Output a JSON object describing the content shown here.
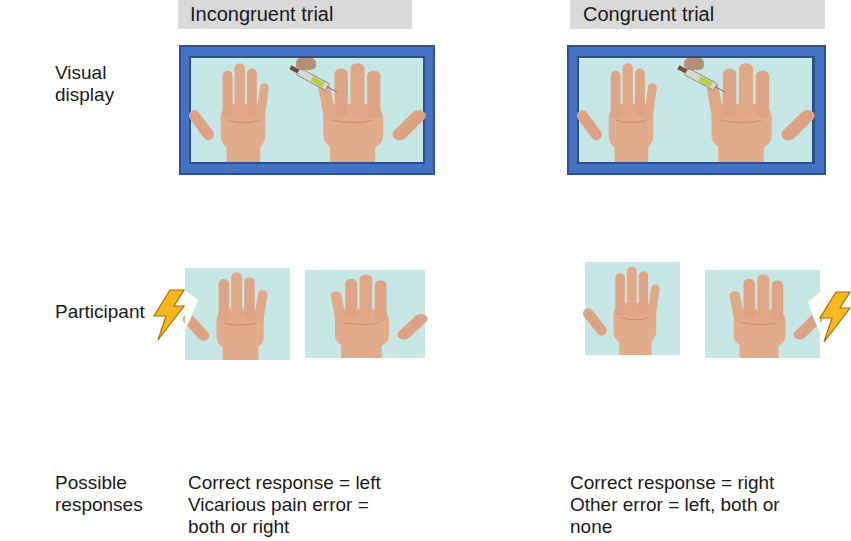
{
  "diagram": {
    "nodes": [
      {
        "text": [
          "Incongruent trial"
        ]
      },
      {
        "text": [
          "Congruent trial"
        ]
      }
    ],
    "labels": [
      "Visual display",
      "Participant",
      "Possible responses",
      "Correct response = left",
      "Vicarious pain error = both or right",
      "Correct response = right",
      "Other error = left, both or none"
    ]
  }
}
